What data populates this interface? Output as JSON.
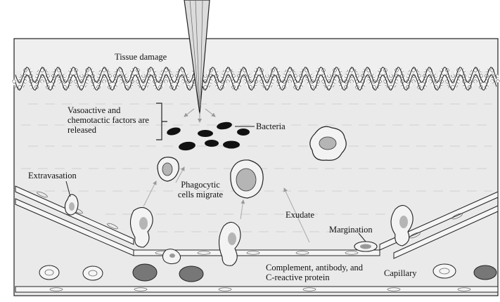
{
  "figure": {
    "labels": {
      "tissue_damage": "Tissue damage",
      "vasoactive": "Vasoactive and chemotactic factors are released",
      "bacteria": "Bacteria",
      "extravasation": "Extravasation",
      "phagocytic": "Phagocytic cells migrate",
      "exudate": "Exudate",
      "margination": "Margination",
      "complement": "Complement, antibody, and C-reactive protein",
      "capillary": "Capillary"
    },
    "colors": {
      "tissue": "#ececec",
      "epithelium": "#f6f6f6",
      "outline": "#222222",
      "bacteria": "#111111",
      "rbc_dark": "#777777",
      "wbc_nucleus": "#b0b0b0",
      "arrow": "#999999"
    }
  }
}
